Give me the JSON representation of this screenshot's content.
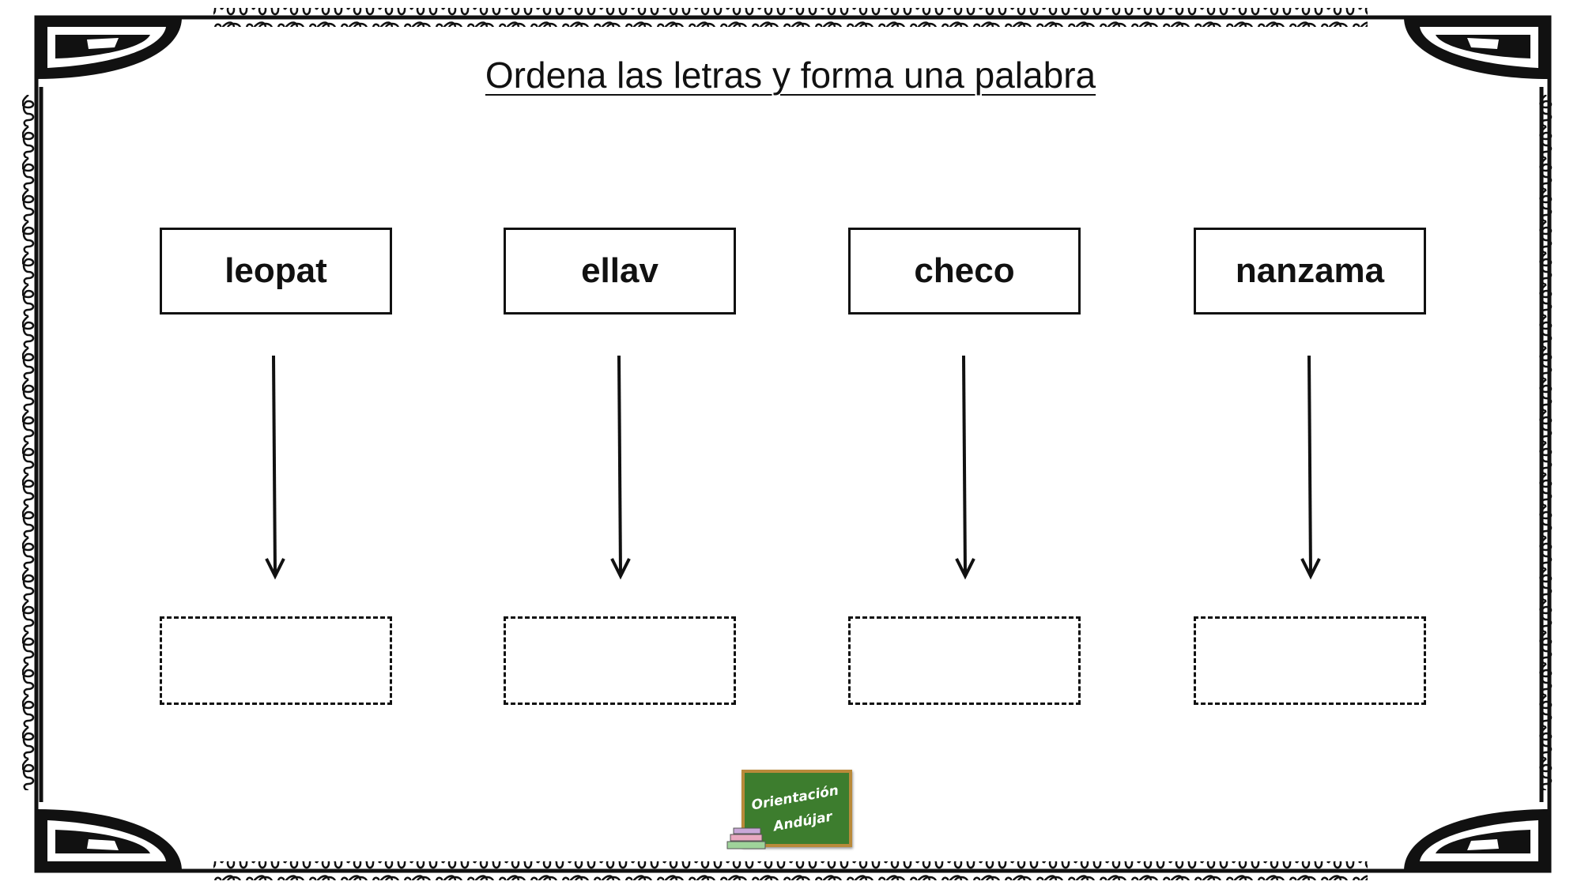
{
  "title": "Ordena  las letras y forma una palabra",
  "words": [
    {
      "label": "leopat"
    },
    {
      "label": "ellav"
    },
    {
      "label": "checo"
    },
    {
      "label": "nanzama"
    }
  ],
  "answers": [
    "",
    "",
    "",
    ""
  ],
  "logo": {
    "line1": "Orientación",
    "line2": "Andújar"
  },
  "colors": {
    "ink": "#111111",
    "board_green": "#3d7d2e",
    "board_frame": "#b98a3a"
  },
  "icons": [
    "down-arrow-icon",
    "books-icon",
    "chalkboard-icon",
    "corner-ornament-icon"
  ]
}
